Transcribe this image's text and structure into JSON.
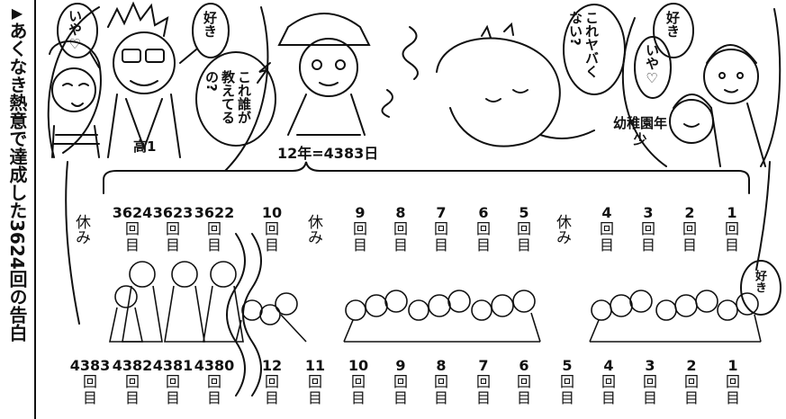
{
  "side_title": {
    "arrow": "▶",
    "text": "あくなき熱意で達成した3624回の告白"
  },
  "speech": {
    "iya_left": "いや♡",
    "suki_left": "好き",
    "who_teaches": "これ誰が教えてるの?",
    "yabai": "これヤバくない?",
    "suki_right": "好き",
    "iya_right": "いや♡",
    "suki_edge": "好き"
  },
  "labels": {
    "koukou": "高1",
    "youchien": "幼稚園年少",
    "span": "12年=4383日"
  },
  "unit": "回目",
  "rest_label": "休み",
  "top_row": [
    "3624",
    "3623",
    "3622",
    "10",
    "9",
    "8",
    "7",
    "6",
    "5",
    "4",
    "3",
    "2",
    "1"
  ],
  "bottom_row": [
    "4383",
    "4382",
    "4381",
    "4380",
    "12",
    "11",
    "10",
    "9",
    "8",
    "7",
    "6",
    "5",
    "4",
    "3",
    "2",
    "1"
  ]
}
